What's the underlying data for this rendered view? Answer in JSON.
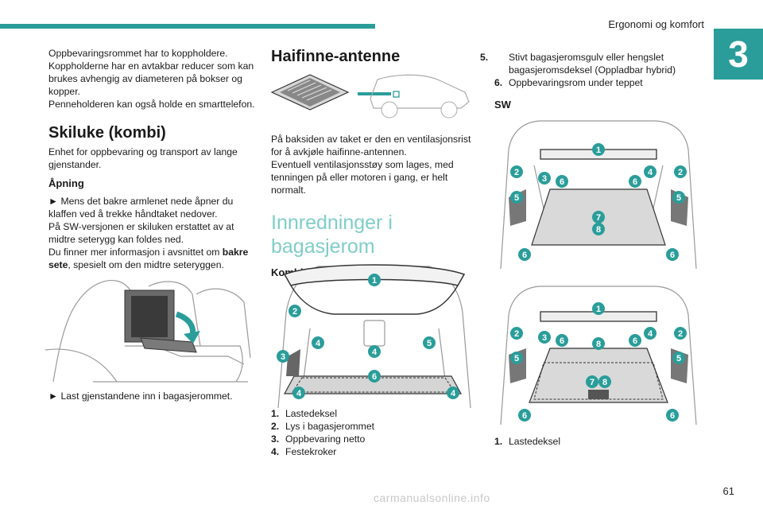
{
  "header": {
    "section": "Ergonomi og komfort",
    "chapter": "3",
    "page": "61"
  },
  "col1": {
    "intro": [
      "Oppbevaringsrommet har to koppholdere.",
      "Koppholderne har en avtakbar reducer som kan brukes avhengig av diameteren på bokser og kopper.",
      "Penneholderen kan også holde en smarttelefon."
    ],
    "ski_heading": "Skiluke (kombi)",
    "ski_desc": "Enhet for oppbevaring og transport av lange gjenstander.",
    "open_heading": "Åpning",
    "open_step": "► Mens det bakre armlenet nede åpner du klaffen ved å trekke håndtaket nedover.",
    "sw_text": "På SW-versjonen er skiluken erstattet av at midtre seterygg kan foldes ned.",
    "more_info_prefix": "Du finner mer informasjon i avsnittet om ",
    "more_info_bold": "bakre sete",
    "more_info_suffix": ", spesielt om den midtre seteryggen.",
    "load_step": "► Last gjenstandene inn i bagasjerommet."
  },
  "col2": {
    "antenna_heading": "Haifinne-antenne",
    "antenna_text": [
      "På baksiden av taket er den en ventilasjonsrist for å avkjøle haifinne-antennen.",
      "Eventuell ventilasjonsstøy som lages, med tenningen på eller motoren i gang, er helt normalt."
    ],
    "trunk_heading": "Innredninger i bagasjerom",
    "kombi_label": "Kombi",
    "legend": [
      {
        "n": "1.",
        "t": "Lastedeksel"
      },
      {
        "n": "2.",
        "t": "Lys i bagasjerommet"
      },
      {
        "n": "3.",
        "t": "Oppbevaring netto"
      },
      {
        "n": "4.",
        "t": "Festekroker"
      }
    ]
  },
  "col3": {
    "legend_top": [
      {
        "n": "5.",
        "t": "Stivt bagasjeromsgulv eller hengslet bagasjeromsdeksel (Oppladbar hybrid)"
      },
      {
        "n": "6.",
        "t": "Oppbevaringsrom under teppet"
      }
    ],
    "sw_label": "SW",
    "legend_bottom": [
      {
        "n": "1.",
        "t": "Lastedeksel"
      }
    ]
  },
  "callouts": {
    "kombi": [
      "1",
      "2",
      "3",
      "4",
      "4",
      "5",
      "6",
      "4",
      "4"
    ],
    "sw1": [
      "1",
      "2",
      "3",
      "6",
      "6",
      "4",
      "2",
      "5",
      "5",
      "7",
      "8",
      "6",
      "6"
    ],
    "sw2": [
      "1",
      "2",
      "3",
      "6",
      "8",
      "6",
      "4",
      "2",
      "5",
      "5",
      "7",
      "8",
      "6",
      "6"
    ]
  },
  "watermark": "carmanualsonline.info",
  "colors": {
    "accent": "#2a9d9a",
    "heading_light": "#7fcdc9"
  }
}
